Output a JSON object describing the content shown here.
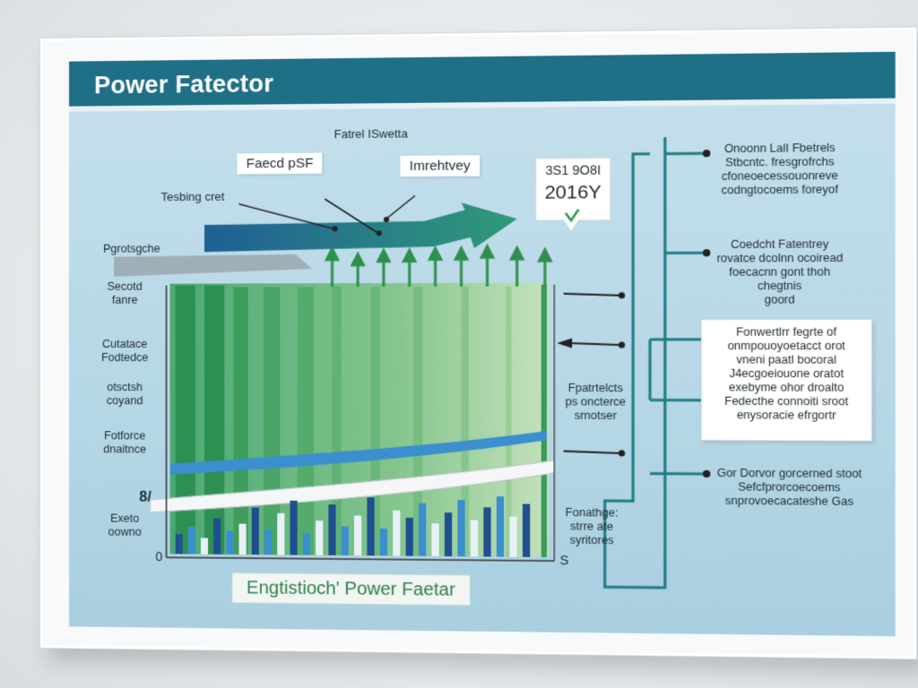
{
  "title": "Power Fatector",
  "top_label": "Fatrel ISwetta",
  "tags": {
    "left": "Faecd pSF",
    "right": "Imrehtvey"
  },
  "arrow_note": "Tesbing cret",
  "year_badge": {
    "line1": "3S1 9O8I",
    "line2": "2016Y"
  },
  "left_axis_labels": [
    "Pgrotsgche",
    "Secotd\nfanre",
    "Cutatace\nFodtedce",
    "otsctsh\ncoyand",
    "Fotforce\ndnaitnce",
    "Exeto\noowno"
  ],
  "axis_marks": {
    "top_left": "8/",
    "bottom_left": "0",
    "bottom_right": "S"
  },
  "mid_labels": [
    "Fpatrtelcts\nps oncterce\nsrnotser",
    "Fonathge:\nstrre ate\nsyritores"
  ],
  "right_notes": [
    "Onoonn LalI Fbetrels\nStbcntc. fresgrofrchs\ncfoneoecessouonreve\ncodngtocoems foreyof",
    "Coedcht Fatentrey\nrovatce dcolnn ocoiread\nfoecacnn gont thoh chegtnis\ngoord",
    "Gor Dorvor gorcerned stoot\nSefcfprorcoecoems\nsnprovoecacateshe Gas"
  ],
  "callout_text": "Fonwertlrr fegrte of\nonmpouoyoetacct orot\nvneni paatl bocoral\nJ4ecgoeiouone oratot\nexebyme ohor droalto\nFedecthe connoiti sroot\nenysoracie efrgortr",
  "bottom_label": "Engtistioch' Power Faetar",
  "colors": {
    "header": "#1f6f86",
    "bar_green": "#3a9a59",
    "bar_light": "#8cc9a0",
    "curve_blue": "#3b8fce",
    "arrow_teal": "#2a7f86"
  }
}
